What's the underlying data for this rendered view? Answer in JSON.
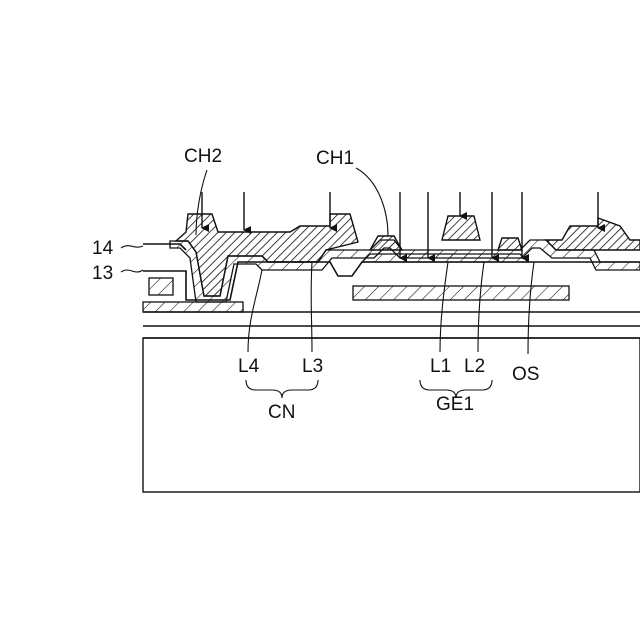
{
  "labels": {
    "ch2": "CH2",
    "ch1": "CH1",
    "layer14": "14",
    "layer13": "13",
    "l4": "L4",
    "l3": "L3",
    "l1": "L1",
    "l2": "L2",
    "os": "OS",
    "cn": "CN",
    "ge1": "GE1"
  },
  "colors": {
    "line": "#111111",
    "background": "#ffffff"
  }
}
